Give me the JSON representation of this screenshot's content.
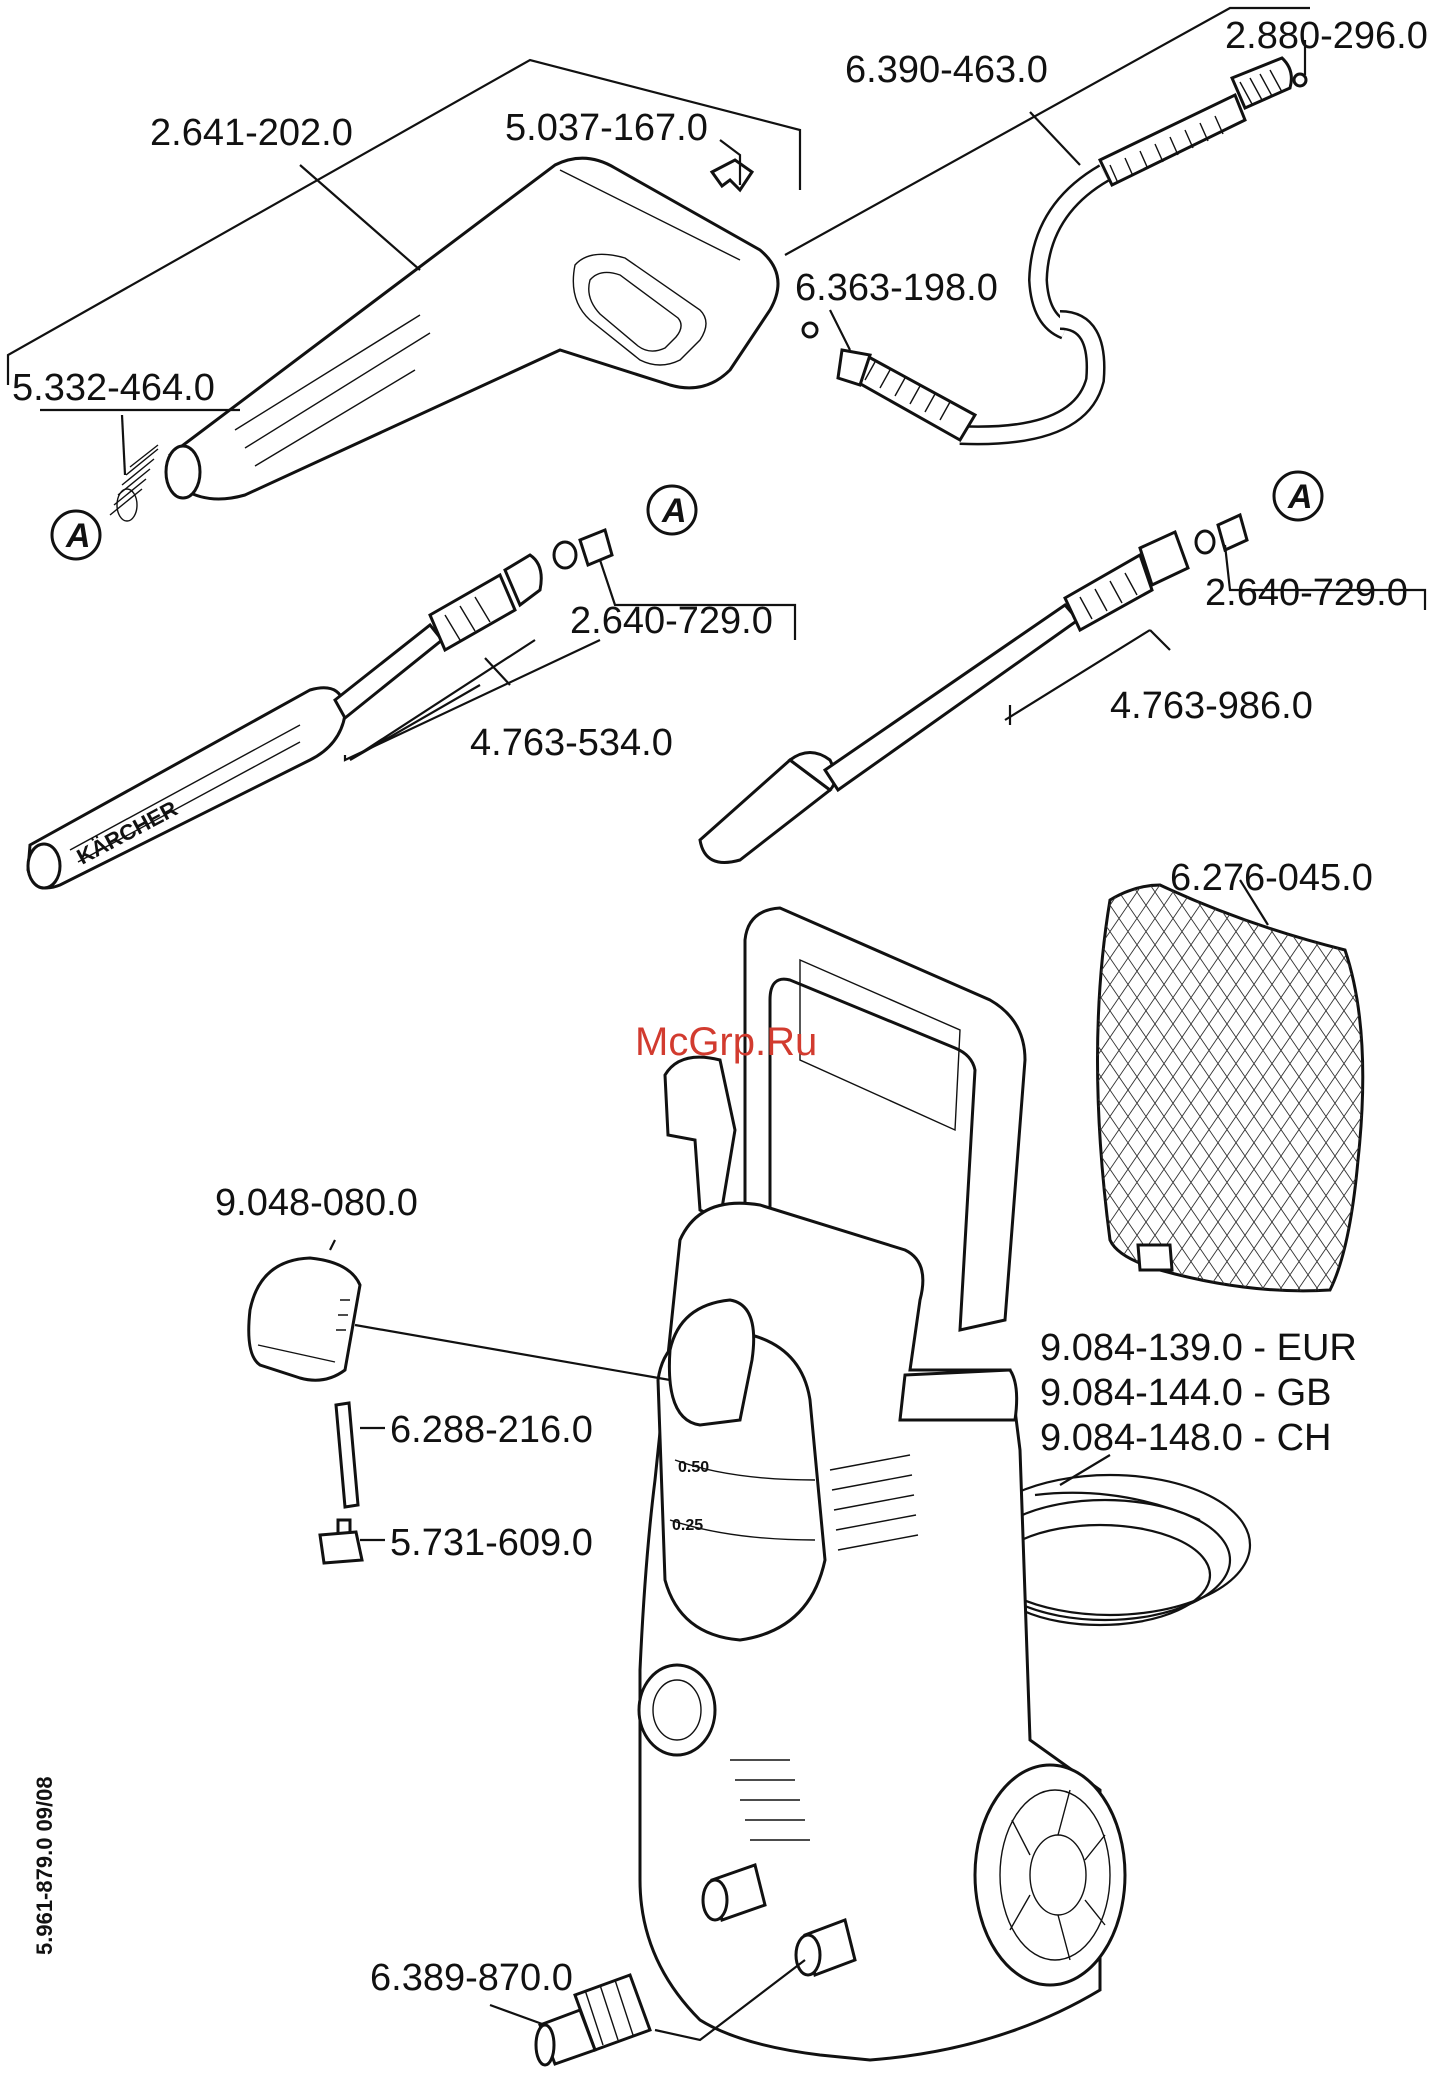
{
  "parts": {
    "trigger_gun_housing": "2.641-202.0",
    "clip": "5.037-167.0",
    "spring": "5.332-464.0",
    "hose_assembly": "6.390-463.0",
    "o_ring_top": "2.880-296.0",
    "o_ring_hose": "6.363-198.0",
    "nozzle_connector_left": "2.640-729.0",
    "nozzle_connector_right": "2.640-729.0",
    "spray_lance_vario": "4.763-534.0",
    "dirt_blaster_lance": "4.763-986.0",
    "filter_mesh": "6.276-045.0",
    "detergent_cap": "9.048-080.0",
    "detergent_tube": "6.288-216.0",
    "detergent_filter": "5.731-609.0",
    "cable_eur": "9.084-139.0 - EUR",
    "cable_gb": "9.084-144.0 - GB",
    "cable_ch": "9.084-148.0 - CH",
    "water_coupling": "6.389-870.0"
  },
  "markers": {
    "connection_letter_1": "A",
    "connection_letter_2": "A",
    "connection_letter_3": "A"
  },
  "dial_marks": {
    "mark_1": "0.50",
    "mark_2": "0.25"
  },
  "brand_on_lance": "KÄRCHER",
  "watermark": "McGrp.Ru",
  "doc_ref": "5.961-879.0  09/08"
}
